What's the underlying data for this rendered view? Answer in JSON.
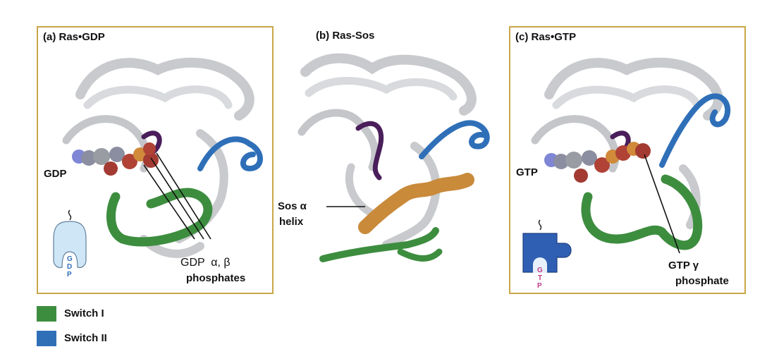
{
  "panels": {
    "a": {
      "title": "(a) Ras•GDP",
      "nucleotide_label": "GDP",
      "annotation_line1": "GDP  α, β",
      "annotation_line2": "phosphates",
      "icon_letters": [
        "G",
        "D",
        "P"
      ]
    },
    "b": {
      "title": "(b) Ras-Sos",
      "annotation_line1": "Sos α",
      "annotation_line2": "helix"
    },
    "c": {
      "title": "(c) Ras•GTP",
      "nucleotide_label": "GTP",
      "annotation_line1": "GTP γ",
      "annotation_line2": "phosphate",
      "icon_letters": [
        "G",
        "T",
        "P"
      ]
    }
  },
  "legend": [
    {
      "label": "Switch I",
      "color": "#3d8d3f"
    },
    {
      "label": "Switch II",
      "color": "#2f6fb8"
    }
  ],
  "colors": {
    "frame": "#c9a646",
    "ribbon": "#c8cacd",
    "switch1": "#3d8d3f",
    "switch2": "#2f6fb8",
    "sos_helix": "#c98a3a",
    "p_loop": "#4a1e5a",
    "gdp_icon": "#cfe6f7",
    "gtp_icon": "#2f5fb3",
    "gdp_letters": "#2f6fb8",
    "gtp_letters": "#c03a8a"
  }
}
